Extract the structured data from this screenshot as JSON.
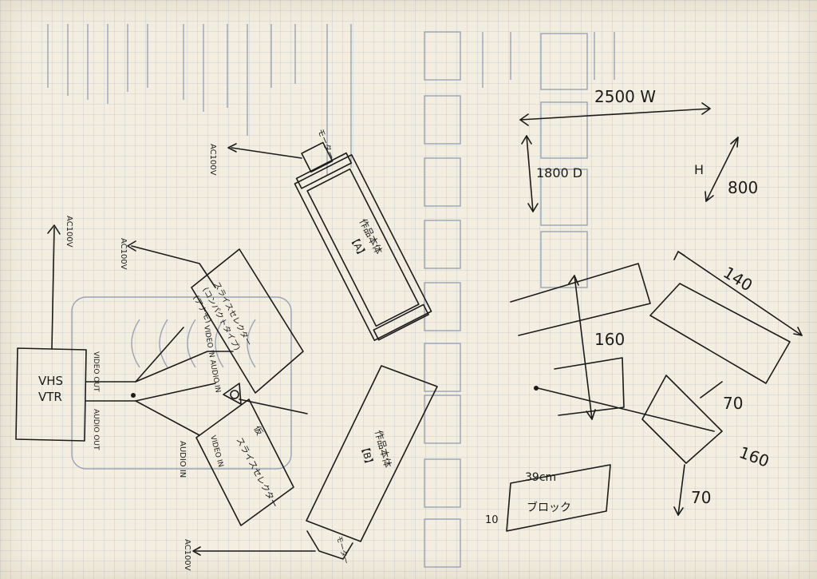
{
  "left_page": {
    "vtr": {
      "line1": "VHS",
      "line2": "VTR"
    },
    "port_labels": {
      "video_out": "VIDEO OUT",
      "audio_out": "AUDIO OUT",
      "ac100v_a": "AC100V",
      "ac100v_b": "AC100V",
      "ac100v_c": "AC100V",
      "ac100v_d": "AC100V",
      "video_in_audio_in": "VIDEO IN AUDIO IN",
      "video_in": "VIDEO IN",
      "audio_in": "AUDIO IN"
    },
    "main_unit_a": {
      "label": "作品本体",
      "tag": "【A】"
    },
    "main_unit_b": {
      "label": "作品本体",
      "tag": "【B】"
    },
    "motor_a": "モーター",
    "motor_b": "モーター",
    "box_upper": {
      "line1": "スライスセレクター",
      "line2": "(コンパクトタイプ)",
      "line3": "(アナモ)"
    },
    "box_lower": {
      "line1": "スライスセレクター",
      "strike": "仮"
    }
  },
  "right_page": {
    "width_label": "2500 W",
    "depth_label": "1800 D",
    "height_label": "H",
    "height_value": "800",
    "dim_140": "140",
    "dim_160_left": "160",
    "dim_160_right": "160",
    "dim_70_a": "70",
    "dim_70_b": "70",
    "block_size": "39cm",
    "block_name": "ブロック",
    "block_height": "10"
  }
}
